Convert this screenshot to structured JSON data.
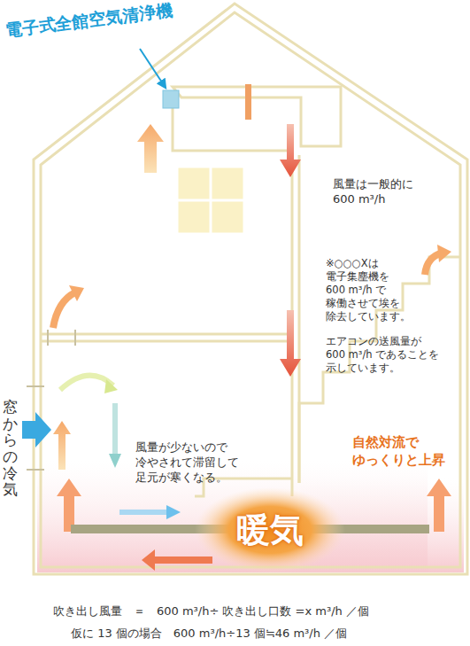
{
  "diagram": {
    "nodes": [
      {
        "text": [
          "暖気"
        ]
      }
    ],
    "labels": [
      "電子式全館空気清浄機",
      "風量は一般的に 600 m³/h",
      "※○○○Xは 電子集塵機を 600 m³/h で 稼働させて埃を 除去しています。",
      "エアコンの送風量が 600 m³/h であることを 示しています。",
      "窓からの冷気",
      "風量が少ないので 冷やされて滞留して 足元が寒くなる。",
      "自然対流で ゆっくりと上昇",
      "吹き出し風量　＝　600 m³/h÷ 吹き出し口数 =x m³/h ／個",
      "仮に 13 個の場合　600 m³/h÷13 個≒46 m³/h ／個"
    ]
  }
}
